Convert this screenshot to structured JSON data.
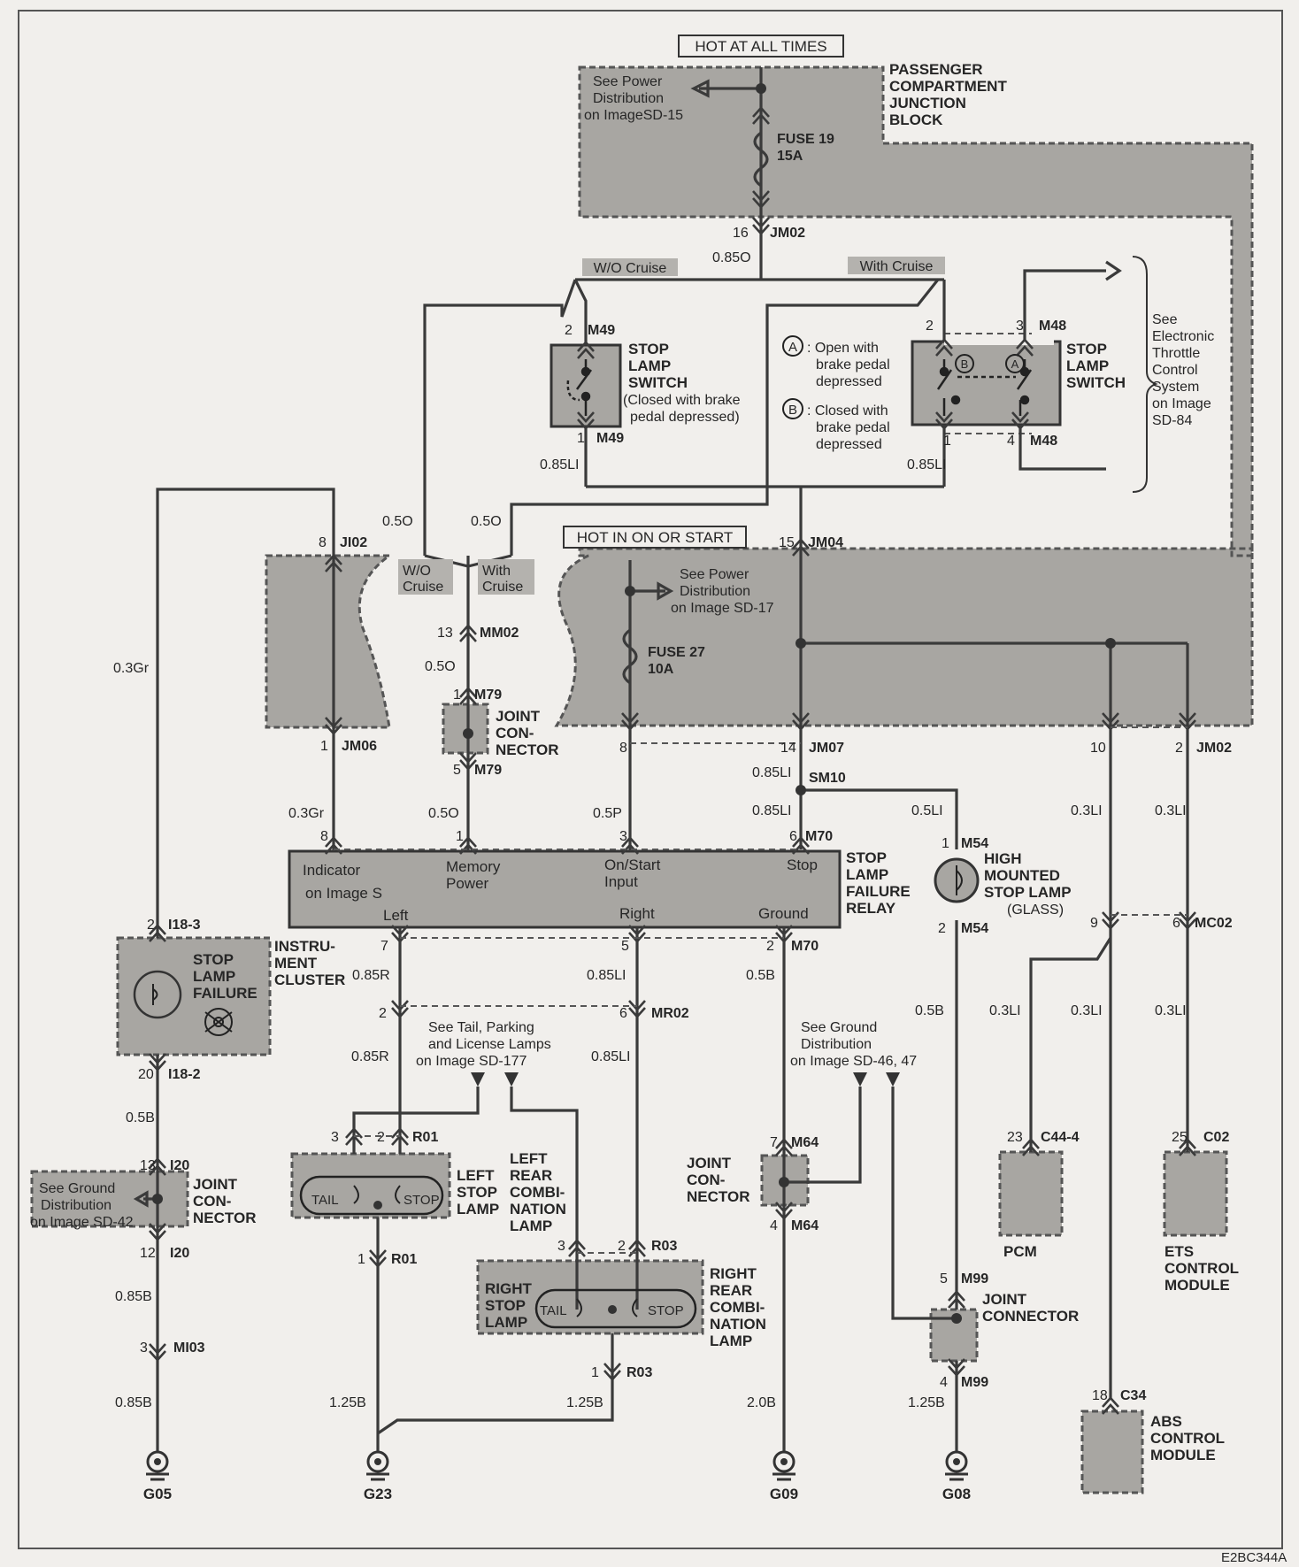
{
  "diagram_code": "E2BC344A",
  "headers": {
    "hot_at_all_times": "HOT AT ALL TIMES",
    "hot_in_on_or_start": "HOT IN ON OR START"
  },
  "wo_cruise": "W/O Cruise",
  "with_cruise": "With Cruise",
  "wo_cruise_stack": [
    "W/O",
    "Cruise"
  ],
  "with_cruise_stack": [
    "With",
    "Cruise"
  ],
  "pcjb": {
    "name": [
      "PASSENGER",
      "COMPARTMENT",
      "JUNCTION",
      "BLOCK"
    ],
    "see_ref": [
      "See Power",
      "Distribution",
      "on ImageSD-15"
    ],
    "fuse": [
      "FUSE 19",
      "15A"
    ]
  },
  "fuse27": {
    "label": [
      "FUSE 27",
      "10A"
    ],
    "see_ref": [
      "See Power",
      "Distribution",
      "on Image SD-17"
    ]
  },
  "stop_lamp_switch_left": {
    "name": [
      "STOP",
      "LAMP",
      "SWITCH"
    ],
    "note": [
      "(Closed with brake",
      "pedal depressed)"
    ],
    "top_pin": "2",
    "top_conn": "M49",
    "bottom_pin": "1",
    "bottom_conn": "M49"
  },
  "stop_lamp_switch_right": {
    "name": [
      "STOP",
      "LAMP",
      "SWITCH"
    ],
    "top_pins": [
      "2",
      "3"
    ],
    "top_conn": "M48",
    "bottom_pins": [
      "1",
      "4"
    ],
    "bottom_conn": "M48",
    "contact_a": "A",
    "contact_b": "B"
  },
  "legend": {
    "a_marker": "A",
    "a_text": [
      ": Open with",
      "brake pedal",
      "depressed"
    ],
    "b_marker": "B",
    "b_text": [
      ": Closed with",
      "brake pedal",
      "depressed"
    ]
  },
  "etc_ref": [
    "See",
    "Electronic",
    "Throttle",
    "Control",
    "System",
    "on Image",
    "SD-84"
  ],
  "relay": {
    "name": [
      "STOP",
      "LAMP",
      "FAILURE",
      "RELAY"
    ],
    "labels": {
      "indicator": [
        "Indicator",
        "on Image S"
      ],
      "memory": [
        "Memory",
        "Power"
      ],
      "onstart": [
        "On/Start",
        "Input"
      ],
      "stop": "Stop",
      "left": "Left",
      "right": "Right",
      "ground": "Ground"
    },
    "top_pins": [
      "8",
      "1",
      "3",
      "6"
    ],
    "top_conn": "M70",
    "bottom_pins": [
      "7",
      "5",
      "2"
    ],
    "bottom_conn": "M70"
  },
  "hmsl": {
    "name": [
      "HIGH",
      "MOUNTED",
      "STOP LAMP"
    ],
    "sub": "(GLASS)",
    "top_pin": "1",
    "top_conn": "M54",
    "bottom_pin": "2",
    "bottom_conn": "M54"
  },
  "instrument_cluster": {
    "name": [
      "INSTRU-",
      "MENT",
      "CLUSTER"
    ],
    "inner": [
      "STOP",
      "LAMP",
      "FAILURE"
    ],
    "top_pin": "2",
    "top_conn": "I18-3",
    "bottom_pin": "20",
    "bottom_conn": "I18-2"
  },
  "joint_i20": {
    "name": [
      "JOINT",
      "CON-",
      "NECTOR"
    ],
    "see_ref": [
      "See Ground",
      "Distribution",
      "on Image SD-42"
    ],
    "top_pin": "13",
    "top_conn": "I20",
    "bottom_pin": "12",
    "bottom_conn": "I20"
  },
  "joint_m79": {
    "name": [
      "JOINT",
      "CON-",
      "NECTOR"
    ],
    "top_pin": "1",
    "top_conn": "M79",
    "bottom_pin": "5",
    "bottom_conn": "M79"
  },
  "joint_m64": {
    "name": [
      "JOINT",
      "CON-",
      "NECTOR"
    ],
    "top_pin": "7",
    "top_conn": "M64",
    "bottom_pin": "4",
    "bottom_conn": "M64"
  },
  "joint_m99": {
    "name": [
      "JOINT",
      "CONNECTOR"
    ],
    "top_pin": "5",
    "top_conn": "M99",
    "bottom_pin": "4",
    "bottom_conn": "M99"
  },
  "left_rear_lamp": {
    "name": [
      "LEFT",
      "REAR",
      "COMBI-",
      "NATION",
      "LAMP"
    ],
    "inner": [
      "LEFT",
      "STOP",
      "LAMP"
    ],
    "tail": "TAIL",
    "stop": "STOP",
    "pins": [
      "3",
      "2"
    ],
    "conn": "R01",
    "bottom_pin": "1",
    "bottom_conn": "R01"
  },
  "right_rear_lamp": {
    "name": [
      "RIGHT",
      "REAR",
      "COMBI-",
      "NATION",
      "LAMP"
    ],
    "inner": [
      "RIGHT",
      "STOP",
      "LAMP"
    ],
    "tail": "TAIL",
    "stop": "STOP",
    "pins": [
      "3",
      "2"
    ],
    "conn": "R03",
    "bottom_pin": "1",
    "bottom_conn": "R03"
  },
  "tail_ref": [
    "See Tail, Parking",
    "and License Lamps",
    "on Image SD-177"
  ],
  "ground_ref": [
    "See Ground",
    "Distribution",
    "on Image SD-46, 47"
  ],
  "modules": {
    "pcm": {
      "name": "PCM",
      "pin": "23",
      "conn": "C44-4"
    },
    "ets": {
      "name": [
        "ETS",
        "CONTROL",
        "MODULE"
      ],
      "pin": "25",
      "conn": "C02"
    },
    "abs": {
      "name": [
        "ABS",
        "CONTROL",
        "MODULE"
      ],
      "pin": "18",
      "conn": "C34"
    }
  },
  "grounds": [
    "G05",
    "G23",
    "G09",
    "G08"
  ],
  "connectors": {
    "jm02_top": {
      "pin": "16",
      "conn": "JM02"
    },
    "jm04": {
      "pin": "15",
      "conn": "JM04"
    },
    "ji02": {
      "pin": "8",
      "conn": "JI02"
    },
    "mm02": {
      "pin": "13",
      "conn": "MM02"
    },
    "jm06": {
      "pin": "1",
      "conn": "JM06"
    },
    "jm07": {
      "pins": [
        "8",
        "14"
      ],
      "conn": "JM07"
    },
    "jm02_bot": {
      "pins": [
        "10",
        "2"
      ],
      "conn": "JM02"
    },
    "sm10": "SM10",
    "mr02": {
      "pins": [
        "2",
        "6"
      ],
      "conn": "MR02"
    },
    "mc02": {
      "pins": [
        "9",
        "6"
      ],
      "conn": "MC02"
    },
    "mi03": {
      "pin": "3",
      "conn": "MI03"
    }
  },
  "wires": {
    "w_085O": "0.85O",
    "w_085LI_a": "0.85LI",
    "w_085LI_b": "0.85LI",
    "w_05O_a": "0.5O",
    "w_05O_b": "0.5O",
    "w_03Gr_a": "0.3Gr",
    "w_05O_c": "0.5O",
    "w_085LI_c": "0.85LI",
    "w_085LI_d": "0.85LI",
    "w_03Gr_b": "0.3Gr",
    "w_05O_d": "0.5O",
    "w_05P": "0.5P",
    "w_05LI": "0.5LI",
    "w_03LI_a": "0.3LI",
    "w_03LI_b": "0.3LI",
    "w_085R_a": "0.85R",
    "w_085LI_e": "0.85LI",
    "w_05B_a": "0.5B",
    "w_03LI_c": "0.3LI",
    "w_03LI_d": "0.3LI",
    "w_03LI_e": "0.3LI",
    "w_085R_b": "0.85R",
    "w_085LI_f": "0.85LI",
    "w_05B_b": "0.5B",
    "w_05B_c": "0.5B",
    "w_085B_a": "0.85B",
    "w_085B_b": "0.85B",
    "w_125B_a": "1.25B",
    "w_125B_b": "1.25B",
    "w_20B": "2.0B",
    "w_125B_c": "1.25B"
  }
}
